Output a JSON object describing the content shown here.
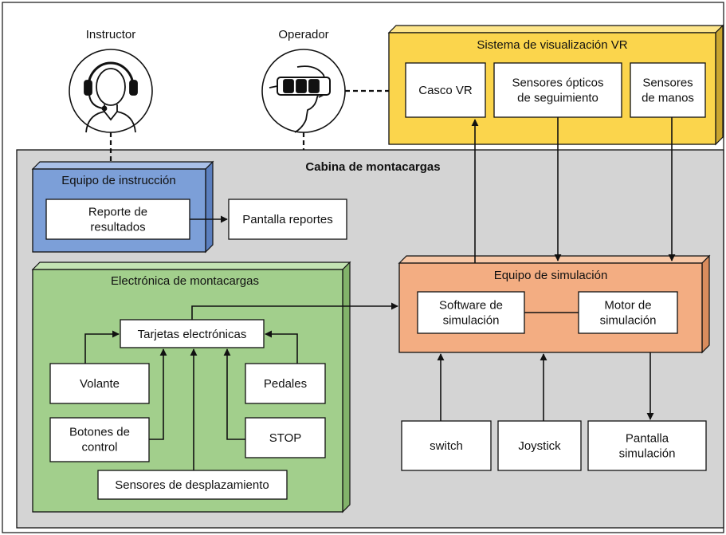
{
  "people": {
    "instructor": "Instructor",
    "operator": "Operador"
  },
  "vr_system": {
    "title": "Sistema de visualización VR",
    "headset": [
      "Casco VR"
    ],
    "optical_sensors": [
      "Sensores ópticos",
      "de seguimiento"
    ],
    "hand_sensors": [
      "Sensores",
      "de manos"
    ]
  },
  "cabin": {
    "title": "Cabina de montacargas"
  },
  "instruction": {
    "title": "Equipo de instrucción",
    "report": [
      "Reporte de",
      "resultados"
    ],
    "report_screen": [
      "Pantalla reportes"
    ]
  },
  "electronics": {
    "title": "Electrónica de montacargas",
    "cards": [
      "Tarjetas electrónicas"
    ],
    "wheel": [
      "Volante"
    ],
    "pedals": [
      "Pedales"
    ],
    "buttons": [
      "Botones de",
      "control"
    ],
    "stop": [
      "STOP"
    ],
    "sensors": [
      "Sensores de desplazamiento"
    ]
  },
  "simulation": {
    "title": "Equipo de simulación",
    "software": [
      "Software de",
      "simulación"
    ],
    "engine": [
      "Motor de",
      "simulación"
    ]
  },
  "peripherals": {
    "switch": [
      "switch"
    ],
    "joystick": [
      "Joystick"
    ],
    "screen": [
      "Pantalla",
      "simulación"
    ]
  },
  "colors": {
    "vr": "#fbd54c",
    "cabin": "#d4d4d4",
    "instruction": "#7c9fd8",
    "electronics": "#a2cf8c",
    "simulation": "#f3ad82"
  }
}
